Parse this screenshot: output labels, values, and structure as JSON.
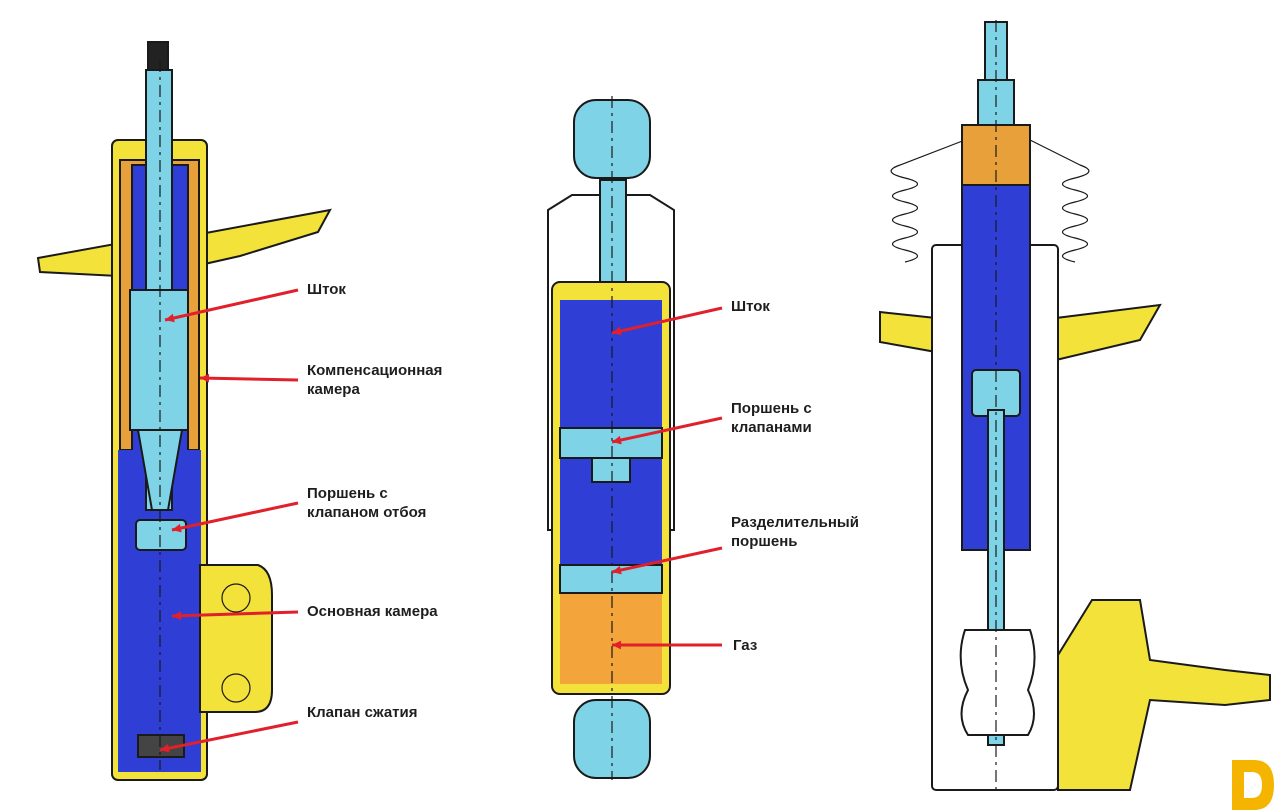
{
  "colors": {
    "rod": "#7fd3e6",
    "fluid": "#2f3fd6",
    "housing": "#f2e23a",
    "reservoir": "#e8a03a",
    "gas": "#f3a43b",
    "arrow": "#e0202a"
  },
  "diagrams": [
    {
      "labels": [
        {
          "lines": [
            "Шток"
          ]
        },
        {
          "lines": [
            "Компенсационная",
            "камера"
          ]
        },
        {
          "lines": [
            "Поршень с",
            "клапаном отбоя"
          ]
        },
        {
          "lines": [
            "Основная камера"
          ]
        },
        {
          "lines": [
            "Клапан сжатия"
          ]
        }
      ]
    },
    {
      "labels": [
        {
          "lines": [
            "Шток"
          ]
        },
        {
          "lines": [
            "Поршень с",
            "клапанами"
          ]
        },
        {
          "lines": [
            "Разделительный",
            "поршень"
          ]
        },
        {
          "lines": [
            "Газ"
          ]
        }
      ]
    },
    {
      "labels": []
    }
  ],
  "logo": {
    "icon": "d-logo-icon",
    "color": "#f5b400"
  }
}
